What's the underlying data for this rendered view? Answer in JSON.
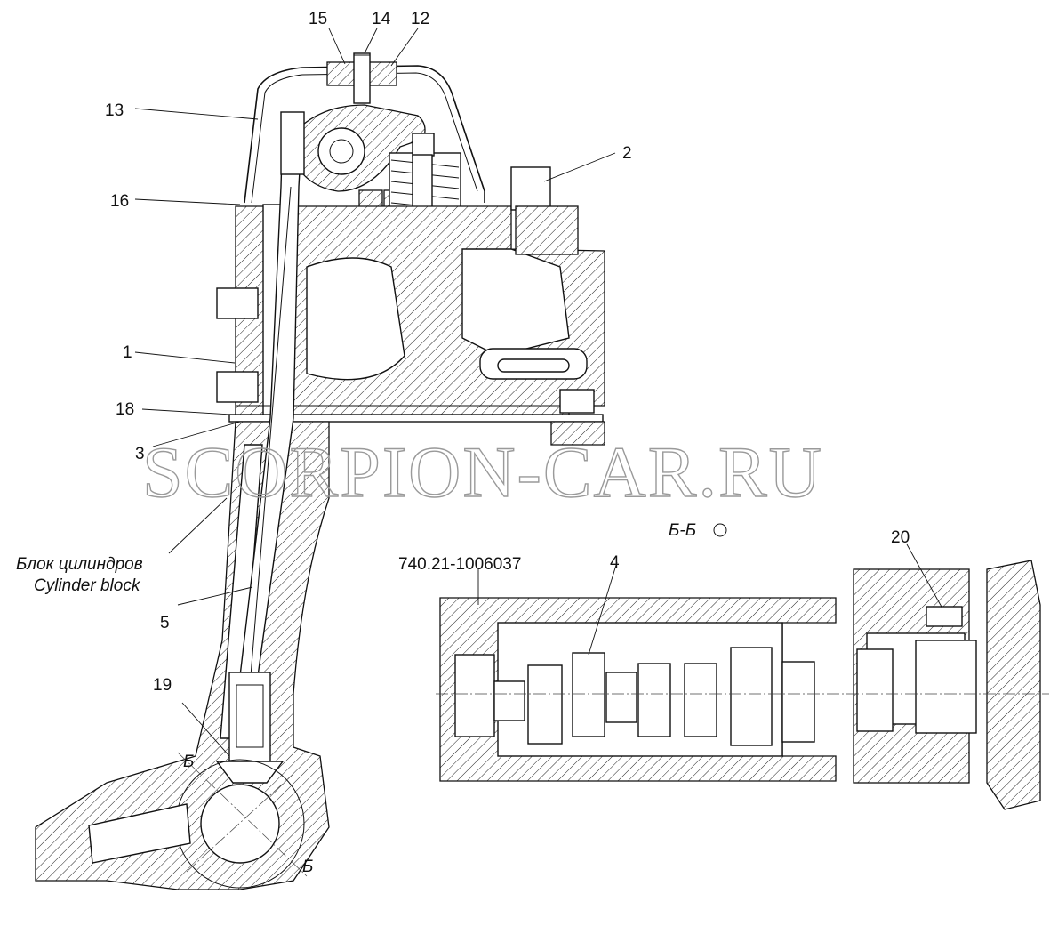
{
  "callouts": {
    "c15": "15",
    "c14": "14",
    "c12": "12",
    "c13": "13",
    "c2": "2",
    "c16": "16",
    "c1": "1",
    "c18": "18",
    "c3": "3",
    "c5": "5",
    "c19": "19",
    "c4": "4",
    "c20": "20"
  },
  "cylinder_block": {
    "label_ru": "Блок цилиндров",
    "label_en": "Cylinder block"
  },
  "section": {
    "title": "Б-Б",
    "mark_a": "Б",
    "mark_b": "Б"
  },
  "part_number": "740.21-1006037",
  "watermark": "SCORPION-CAR.RU"
}
